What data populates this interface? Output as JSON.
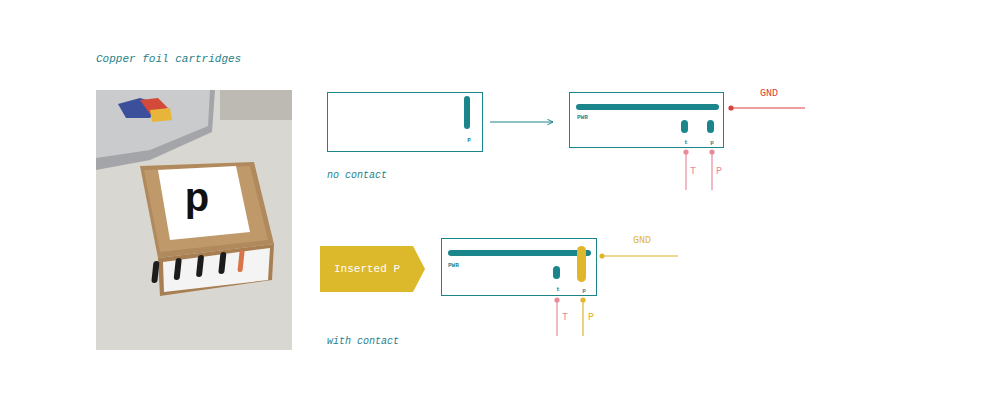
{
  "diagram": {
    "title": "Copper foil cartridges",
    "nodes": [
      {
        "text": [
          "P"
        ]
      },
      {
        "text": [
          "PWR",
          "t",
          "p"
        ]
      },
      {
        "text": [
          "Inserted P"
        ]
      },
      {
        "text": [
          "PWR",
          "t",
          "p"
        ]
      }
    ],
    "edges": [
      {
        "from": 0,
        "to": 1,
        "arrow": "to"
      }
    ],
    "labels": [
      "p",
      "GND",
      "T",
      "P",
      "no contact",
      "GND",
      "T",
      "P",
      "with contact"
    ]
  }
}
